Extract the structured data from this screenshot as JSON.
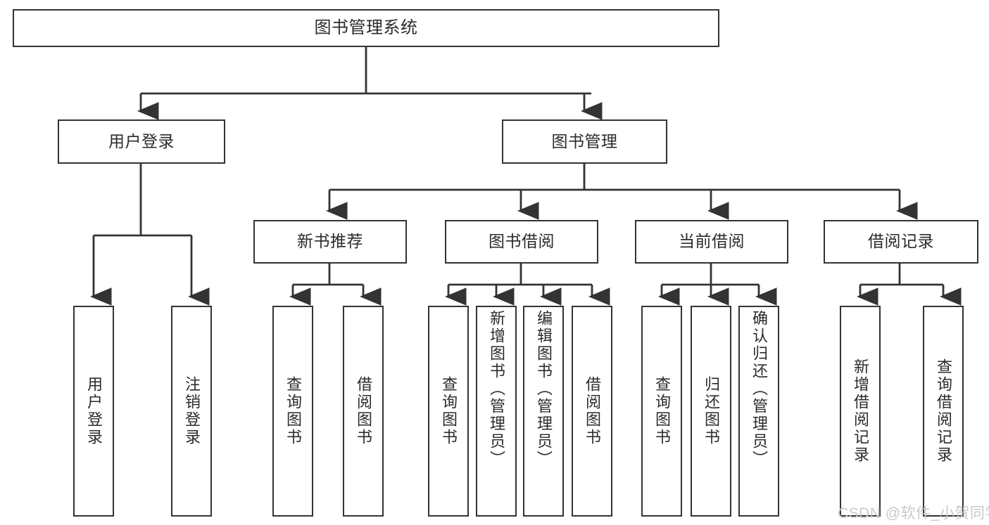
{
  "diagram": {
    "title": "图书管理系统",
    "watermark": "CSDN @软件_小贺同学",
    "colors": {
      "border": "#333333",
      "text": "#2b2b2b",
      "background": "#ffffff",
      "watermark": "#c9c9c9"
    },
    "levels": {
      "root": {
        "label": "图书管理系统"
      },
      "level2": [
        {
          "label": "用户登录"
        },
        {
          "label": "图书管理"
        }
      ],
      "level3": [
        {
          "label": "新书推荐"
        },
        {
          "label": "图书借阅"
        },
        {
          "label": "当前借阅"
        },
        {
          "label": "借阅记录"
        }
      ],
      "leaves": {
        "user_login": [
          {
            "label": "用户登录"
          },
          {
            "label": "注销登录"
          }
        ],
        "new_book_recommend": [
          {
            "label": "查询图书"
          },
          {
            "label": "借阅图书"
          }
        ],
        "book_borrow": [
          {
            "label": "查询图书"
          },
          {
            "label": "新增图书（管理员）"
          },
          {
            "label": "编辑图书（管理员）"
          },
          {
            "label": "借阅图书"
          }
        ],
        "current_borrow": [
          {
            "label": "查询图书"
          },
          {
            "label": "归还图书"
          },
          {
            "label": "确认归还（管理员）"
          }
        ],
        "borrow_record": [
          {
            "label": "新增借阅记录"
          },
          {
            "label": "查询借阅记录"
          }
        ]
      }
    }
  }
}
